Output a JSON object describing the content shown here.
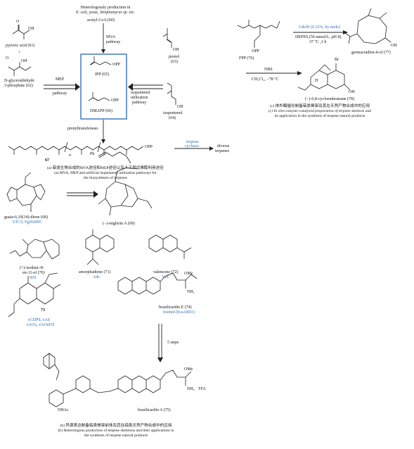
{
  "panel_a": {
    "hetero_top": "Heterologously production in",
    "hetero_bot": "E. coli, yeast, Streptomyces sp. etc.",
    "acetyl": "acetyl-CoA (60)",
    "mva": "MVA",
    "pathway": "pathway",
    "pyruvic": "pyruvic acid (61)",
    "plus": "+",
    "dglyc1": "D-glyceraldehyde",
    "dglyc2": "3-phosphate (62)",
    "mep1": "MEP",
    "mep2": "pathway",
    "ipp": "IPP (65)",
    "dmapp": "DMAPP (66)",
    "opp": "OPP",
    "oh": "OH",
    "o": "O",
    "prenol": "prenol",
    "prenol_num": "(63)",
    "isopentenol": "isopentenol",
    "isopentenol_num": "(64)",
    "iso_util1": "isopentenol",
    "iso_util2": "utilization",
    "iso_util3": "pathway",
    "prenyltransferases": "prenyltransferases",
    "cyclases1": "terpene",
    "cyclases2": "cyclases",
    "diverse1": "diverse",
    "diverse2": "terpenes",
    "n_label": "n",
    "c67": "67",
    "caption_cn": "(a) 萜类生物合成的MVA途径和MEP途径以及人工异戊烯醇利用途径",
    "caption_en1": "(a) MVA, MEP and artificial isopentenol utilization pathways for",
    "caption_en2": "the biosynthesis of terpenes"
  },
  "panel_b": {
    "guaia": "guaia-6,10(14)-diene (68)",
    "guaia_enz": "STC5; FgJ02895",
    "englerin": "(−)-englerin A (69)",
    "ph": "Ph",
    "isodauc1": "(+)-isodauc-8-",
    "isodauc2": "en-11-ol (70)",
    "isodauc_enz": "IDS",
    "amorph": "amorphadiene (71)",
    "amorph_enz": "Ads",
    "valencene": "valencene (72)",
    "valencene_enz": "ValC",
    "c73": "73",
    "enz73a": "eCDPS, eAS",
    "enz73b": "eAOx, eAOxFD",
    "brasE": "brasilicardin E (74)",
    "brasE_enz": "fosmid (bcaAB01)",
    "steps": "5 steps",
    "brasA": "brasilicardin A (75)",
    "ome": "OMe",
    "nh2": "NH₂",
    "tfa": "TFA",
    "nhac": "NHAc",
    "caption_cn": "(b) 异源表达制备萜类骨架前体及其在萜类天然产物合成中的应用",
    "caption_en1": "(b) Heterologous production of terpene skeletons and their applications in",
    "caption_en2": "the synthesis of terpene natural products"
  },
  "panel_c": {
    "fpp": "FPP (76)",
    "opp": "OPP",
    "gdols": "GdolS (0.12%, by mole)",
    "hepes": "HEPES (50 mmol/L, pH 8)",
    "temp": "37 °C ,1 h",
    "germ": "germacradien-4-ol (77)",
    "nbs": "NBS",
    "cond": "CH₂Cl₂, −78 °C",
    "cyclo": "(−)-6,8-cycloeudesmane (78)",
    "br": "Br",
    "oh": "OH",
    "h": "H",
    "caption_cn": "(c) 体外酶催化制备萜类骨架及其在天然产物合成中的应用",
    "caption_en1": "(c) In vitro enzyme-catalyzed preparation of terpene skeleton and",
    "caption_en2": "its application in the synthesis of terpene natural products"
  },
  "colors": {
    "accent_blue": "#2f6db5",
    "box_blue": "#4d84c4"
  }
}
